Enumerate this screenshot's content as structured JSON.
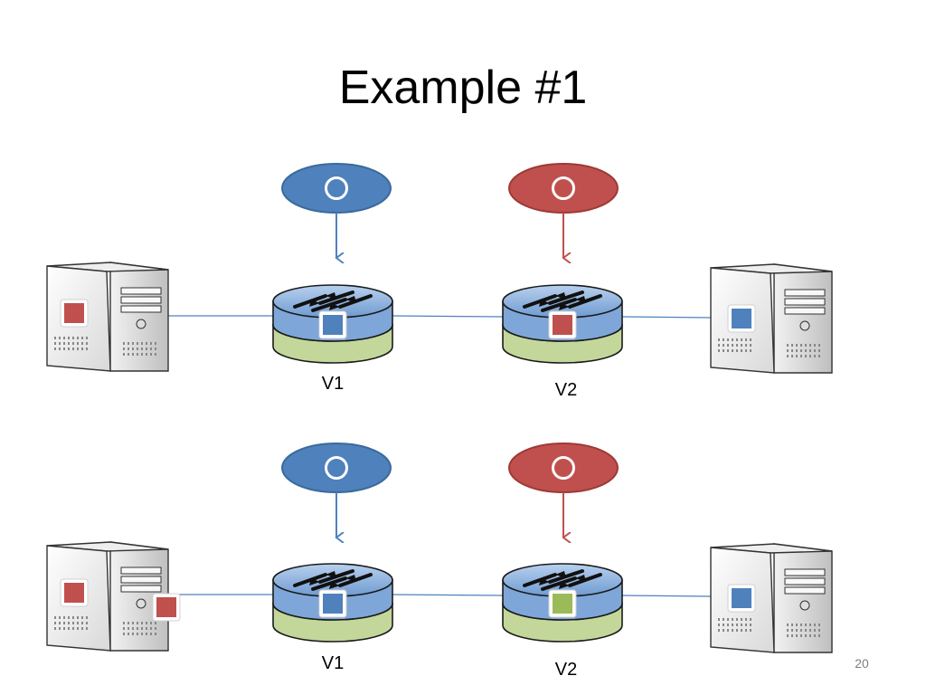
{
  "title": "Example #1",
  "page_number": "20",
  "colors": {
    "blue": "#4f81bd",
    "blue_dark": "#3a6a9c",
    "red": "#c0504d",
    "red_dark": "#9e3a37",
    "green": "#9bbb59",
    "router_top": "#8db4e2",
    "router_base": "#c4d79b",
    "link": "#4f81bd"
  },
  "icons": {
    "controller": "controller-ellipse-icon",
    "router": "router-icon",
    "server": "server-tower-icon",
    "tag": "square-tag-icon"
  },
  "scenarios": [
    {
      "label": "top",
      "controllers": [
        {
          "color": "blue"
        },
        {
          "color": "red"
        }
      ],
      "routers": [
        {
          "label": "V1",
          "tag": "blue"
        },
        {
          "label": "V2",
          "tag": "red"
        }
      ],
      "hosts": [
        {
          "tags": [
            "red"
          ]
        },
        {
          "tags": [
            "blue"
          ]
        }
      ]
    },
    {
      "label": "bottom",
      "controllers": [
        {
          "color": "blue"
        },
        {
          "color": "red"
        }
      ],
      "routers": [
        {
          "label": "V1",
          "tag": "blue"
        },
        {
          "label": "V2",
          "tag": "green"
        }
      ],
      "hosts": [
        {
          "tags": [
            "red",
            "red"
          ]
        },
        {
          "tags": [
            "blue"
          ]
        }
      ]
    }
  ]
}
